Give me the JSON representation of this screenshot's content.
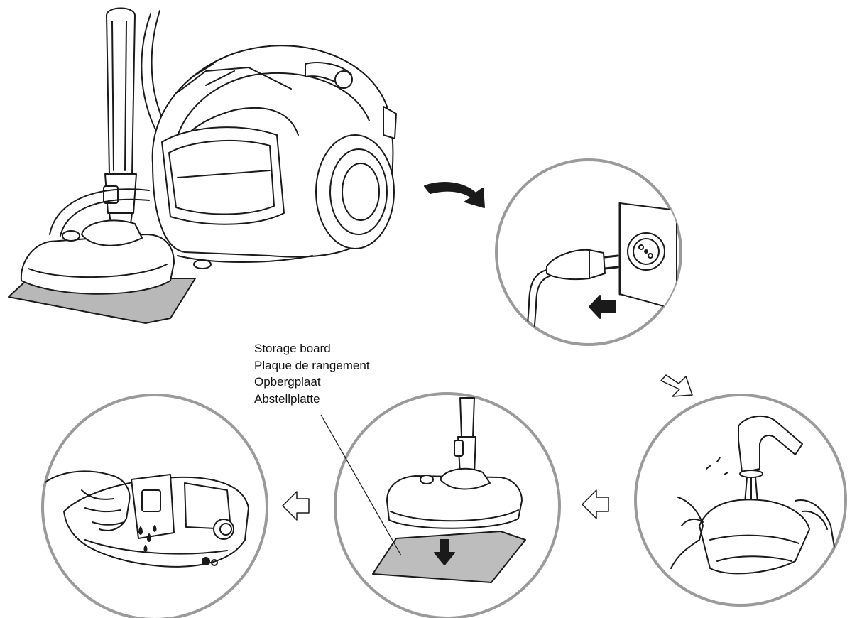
{
  "callout": {
    "labels": [
      "Storage board",
      "Plaque de rangement",
      "Opbergplaat",
      "Abstellplatte"
    ]
  },
  "colors": {
    "line": "#1a1a1a",
    "circle": "#9a9a9a",
    "pad": "#b8b8b8",
    "board": "#bdbdbd",
    "white": "#ffffff"
  },
  "steps": [
    {
      "id": "unplug",
      "icon": "plug-icon"
    },
    {
      "id": "wash-pad",
      "icon": "faucet-icon"
    },
    {
      "id": "storage-board",
      "icon": "storage-board-icon"
    },
    {
      "id": "empty-tank",
      "icon": "water-tank-icon"
    }
  ]
}
